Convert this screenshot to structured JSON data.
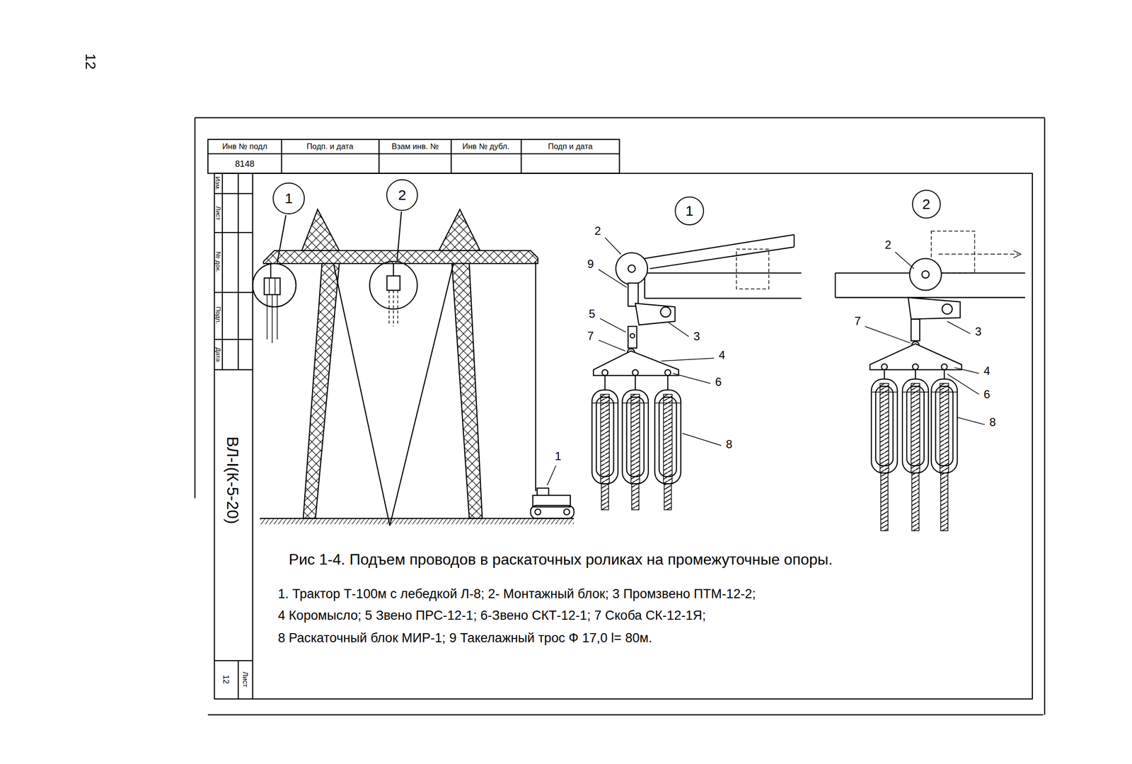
{
  "diagram": {
    "caption": "Рис 1-4. Подъем проводов в раскаточных роликах на промежуточные опоры.",
    "nodes": [
      {
        "text": [
          "1"
        ]
      },
      {
        "text": [
          "2"
        ]
      },
      {
        "text": [
          "1"
        ]
      },
      {
        "text": [
          "2"
        ]
      }
    ],
    "labels": [
      "12",
      "Инв № подл",
      "Подп. и дата",
      "Взам инв. №",
      "Инв № дубл.",
      "Подп и дата",
      "8148",
      "Изм.",
      "Лист",
      "№ док.",
      "Подп.",
      "Дата",
      "ВЛ-I(К-5-20)",
      "Лист",
      "12",
      "1",
      "2",
      "9",
      "5",
      "7",
      "3",
      "4",
      "6",
      "8",
      "2",
      "7",
      "3",
      "4",
      "6",
      "8",
      "1. Трактор Т-100м с лебедкой Л-8; 2- Монтажный блок; 3 Промзвено ПТМ-12-2;",
      "4 Коромысло; 5 Звено ПРС-12-1; 6-Звено СКТ-12-1; 7 Скоба СК-12-1Я;",
      "8 Раскаточный блок МИР-1; 9 Такелажный трос Ф 17,0 l= 80м."
    ]
  }
}
